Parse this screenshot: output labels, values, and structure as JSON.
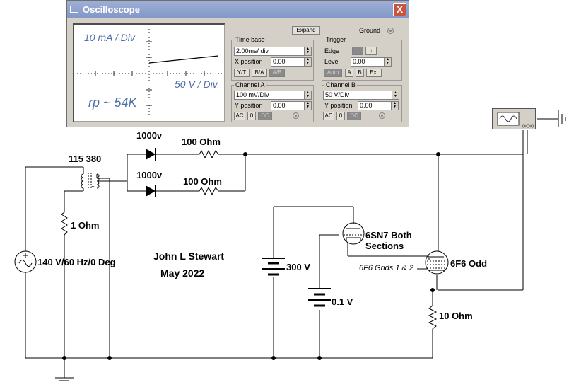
{
  "oscilloscope": {
    "title": "Oscilloscope",
    "close_label": "X",
    "expand_label": "Expand",
    "ground_label": "Ground",
    "screen": {
      "y_scale_note": "10 mA / Div",
      "x_scale_note": "50 V / Div",
      "rp_note": "rp ~ 54K"
    },
    "timebase": {
      "title": "Time base",
      "value": "2.00ms/ div",
      "xpos_label": "X position",
      "xpos_value": "0.00",
      "buttons": [
        "Y/T",
        "B/A",
        "A/B"
      ]
    },
    "trigger": {
      "title": "Trigger",
      "edge_label": "Edge",
      "level_label": "Level",
      "level_value": "0.00",
      "buttons": [
        "Auto",
        "A",
        "B",
        "Ext"
      ]
    },
    "channel_a": {
      "title": "Channel A",
      "value": "100 mV/Div",
      "ypos_label": "Y position",
      "ypos_value": "0.00",
      "buttons": [
        "AC",
        "0",
        "DC"
      ]
    },
    "channel_b": {
      "title": "Channel B",
      "value": "50  V/Div",
      "ypos_label": "Y position",
      "ypos_value": "0.00",
      "buttons": [
        "AC",
        "0",
        "DC"
      ]
    }
  },
  "schematic": {
    "diode_top": "1000v",
    "diode_bottom": "1000v",
    "res_top": "100  Ohm",
    "res_bottom": "100  Ohm",
    "transformer": "115 380",
    "res_1ohm": "1  Ohm",
    "source": "140 V/60 Hz/0 Deg",
    "author": "John L Stewart",
    "date": "May 2022",
    "battery_300": "300 V",
    "battery_01": "0.1 V",
    "tube_6sn7_line1": "6SN7 Both",
    "tube_6sn7_line2": "Sections",
    "grid_note": "6F6 Grids 1 & 2",
    "tube_6f6": "6F6 Odd",
    "res_10ohm": "10  Ohm",
    "plus_sign": "+"
  }
}
